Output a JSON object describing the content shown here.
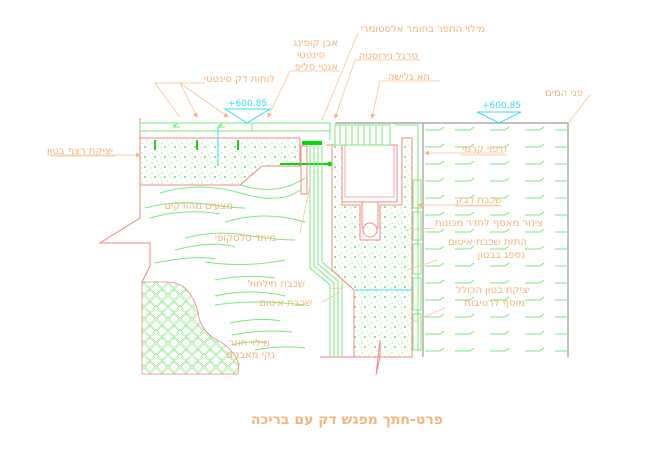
{
  "drawing": {
    "title": "פרט-חתך מפגש דק עם בריכה",
    "colors": {
      "labels": "#f6b57c",
      "outline_red": "#f08a8a",
      "hatch_green": "#7de87d",
      "elevation_cyan": "#35e0f0",
      "leader_orange": "#f9c39a",
      "frame_gray": "#9a9a9a"
    },
    "elevations": [
      {
        "id": "deck",
        "value": "+600.85"
      },
      {
        "id": "pool",
        "value": "+600.85"
      }
    ],
    "labels": {
      "elastomeric_fill": "מילוי התפר בחומר אלסטומרי",
      "coping_line1": "אבן קופינג",
      "coping_line2": "סינטטי",
      "coping_line3": "אנטי סליפ",
      "stainless_strip": "סרגל נירוסטה",
      "synthetic_deck": "לוחות דק סינטטי",
      "overflow_channel": "תא גלישה",
      "water_surface": "פני המים",
      "concrete_floor": "יציקת רצף בטון",
      "ceramic_tile": "חיפוי קרמי",
      "adhesive_layer": "שכבת דבק",
      "pipe_to_machine_room_line1": "צינור מאסף לחדר מכונות",
      "waterproof_spray_line1": "התזת שכבת איטום",
      "waterproof_spray_line2": "נספג בבטון",
      "concrete_cast_line1": "יציקת בטון הכולל",
      "concrete_cast_line2": "מוסף לרטיבות",
      "compacted_base": "מצעים מהודקים",
      "telescopic_support": "מיתד טלסקופי",
      "drainage_layer": "שכבת חילחול",
      "sealing_layer": "שכבת איטום",
      "backfill_line1": "מילוי חוזר",
      "backfill_line2": "נקי מאבנים"
    }
  }
}
